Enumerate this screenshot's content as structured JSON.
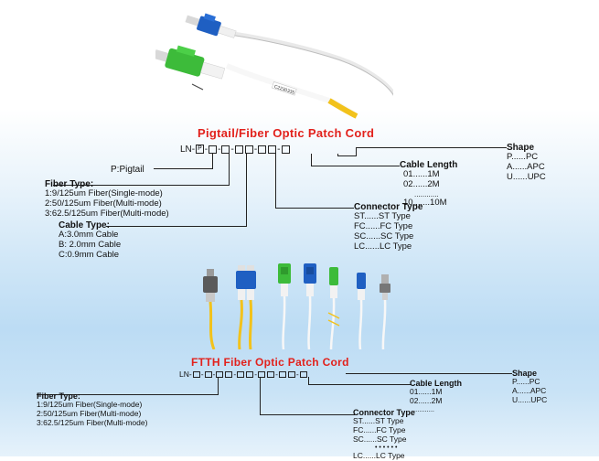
{
  "top": {
    "title": "Pigtail/Fiber Optic Patch Cord",
    "code_prefix": "LN-",
    "code_p": "P",
    "pigtail": "P:Pigtail",
    "fiber_type": {
      "heading": "Fiber Type:",
      "items": [
        "1:9/125um Fiber(Single-mode)",
        "2:50/125um Fiber(Multi-mode)",
        "3:62.5/125um Fiber(Multi-mode)"
      ]
    },
    "cable_type": {
      "heading": "Cable Type:",
      "items": [
        "A:3.0mm  Cable",
        "B: 2.0mm  Cable",
        "C:0.9mm Cable"
      ]
    },
    "connector_type": {
      "heading": "Connector Type",
      "items": [
        "ST......ST Type",
        "FC......FC Type",
        "SC......SC Type",
        "LC......LC Type"
      ]
    },
    "cable_length": {
      "heading": "Cable Length",
      "items": [
        "01......1M",
        "02......2M",
        "............",
        "10.......10M"
      ]
    },
    "shape": {
      "heading": "Shape",
      "items": [
        "P......PC",
        "A......APC",
        "U......UPC"
      ]
    },
    "cable_label": "C2230335"
  },
  "bottom": {
    "title": "FTTH Fiber Optic Patch Cord",
    "code_prefix": "LN-",
    "fiber_type": {
      "heading": "Fiber Type:",
      "items": [
        "1:9/125um Fiber(Single-mode)",
        "2:50/125um Fiber(Multi-mode)",
        "3:62.5/125um Fiber(Multi-mode)"
      ]
    },
    "connector_type": {
      "heading": "Connector Type",
      "items": [
        "ST......ST Type",
        "FC......FC Type",
        "SC......SC Type",
        "• • • • • •",
        "LC......LC Type"
      ]
    },
    "cable_length": {
      "heading": "Cable Length",
      "items": [
        "01......1M",
        "02......2M",
        "............"
      ]
    },
    "shape": {
      "heading": "Shape",
      "items": [
        "P......PC",
        "A......APC",
        "U......UPC"
      ]
    }
  },
  "colors": {
    "title_red": "#e2211c",
    "fiber_yellow": "#f2c21b",
    "connector_blue": "#1f5fc2",
    "connector_green": "#3dbb3a"
  }
}
